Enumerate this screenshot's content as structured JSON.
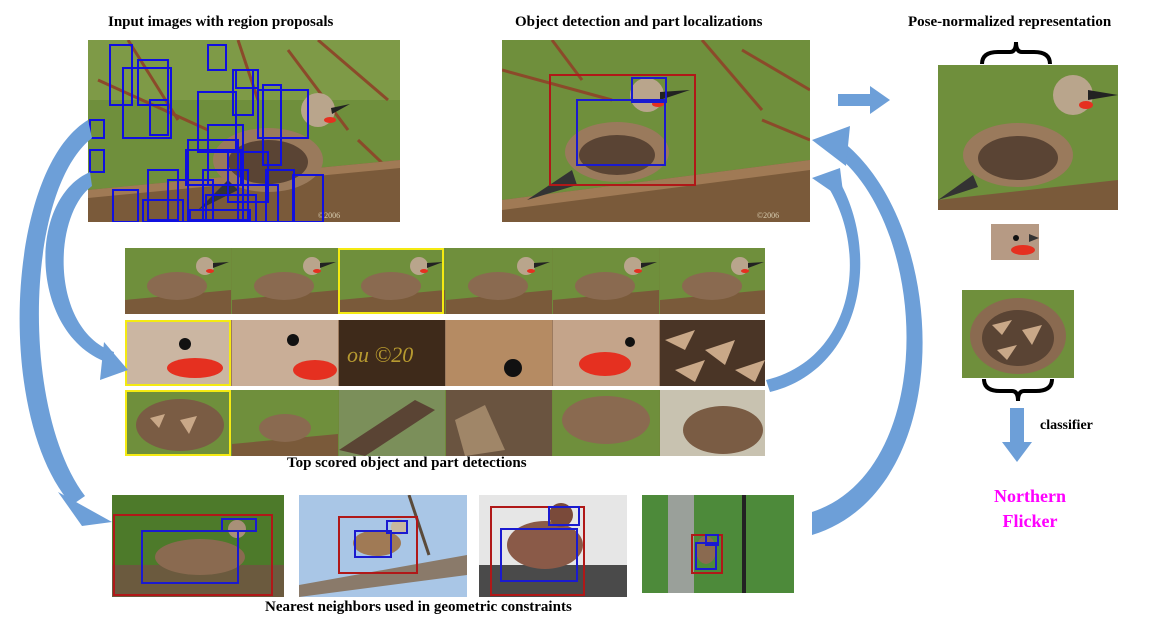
{
  "captions": {
    "input": "Input images with region proposals",
    "detection": "Object detection and part localizations",
    "pose": "Pose-normalized representation",
    "top_scored": "Top scored object and part detections",
    "neighbors": "Nearest neighbors used in geometric constraints",
    "classifier": "classifier"
  },
  "output": {
    "line1": "Northern",
    "line2": "Flicker"
  },
  "watermark": "©2006",
  "colors": {
    "arrow": "#6d9fd8",
    "proposal": "#1010e0",
    "object_box": "#b01818",
    "part_box": "#1a1ad0",
    "selected": "#f4ea12",
    "output_label": "#ff00ff"
  },
  "grid": {
    "rows": [
      "whole-bird",
      "head",
      "body"
    ],
    "cells_per_row": 6,
    "selected_index": [
      2,
      0,
      0
    ]
  }
}
